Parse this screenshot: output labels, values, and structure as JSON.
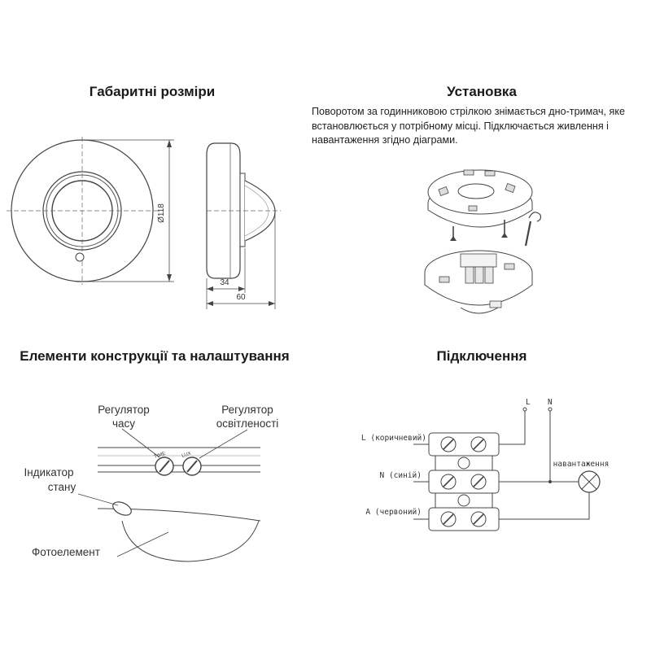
{
  "sections": {
    "dimensions": "Габаритні розміри",
    "installation": "Установка",
    "elements": "Елементи конструкції та налаштування",
    "connection": "Підключення"
  },
  "installation_text": "Поворотом за годинниковою стрілкою знімається дно-тримач, яке встановлюється у потрібному місці. Підключається живлення і навантаження згідно діаграми.",
  "dims": {
    "diameter": "Ø118",
    "depth_inner": "34",
    "depth_total": "60"
  },
  "elements": {
    "time_line1": "Регулятор",
    "time_line2": "часу",
    "lux_line1": "Регулятор",
    "lux_line2": "освітленості",
    "indicator_line1": "Індикатор",
    "indicator_line2": "стану",
    "photo": "Фотоелемент",
    "knob_time": "TIME",
    "knob_lux": "LUX"
  },
  "wiring": {
    "L": "L",
    "N": "N",
    "wire_L": "L (коричневий)",
    "wire_N": "N (синій)",
    "wire_A": "A (червоний)",
    "load": "навантаження"
  }
}
